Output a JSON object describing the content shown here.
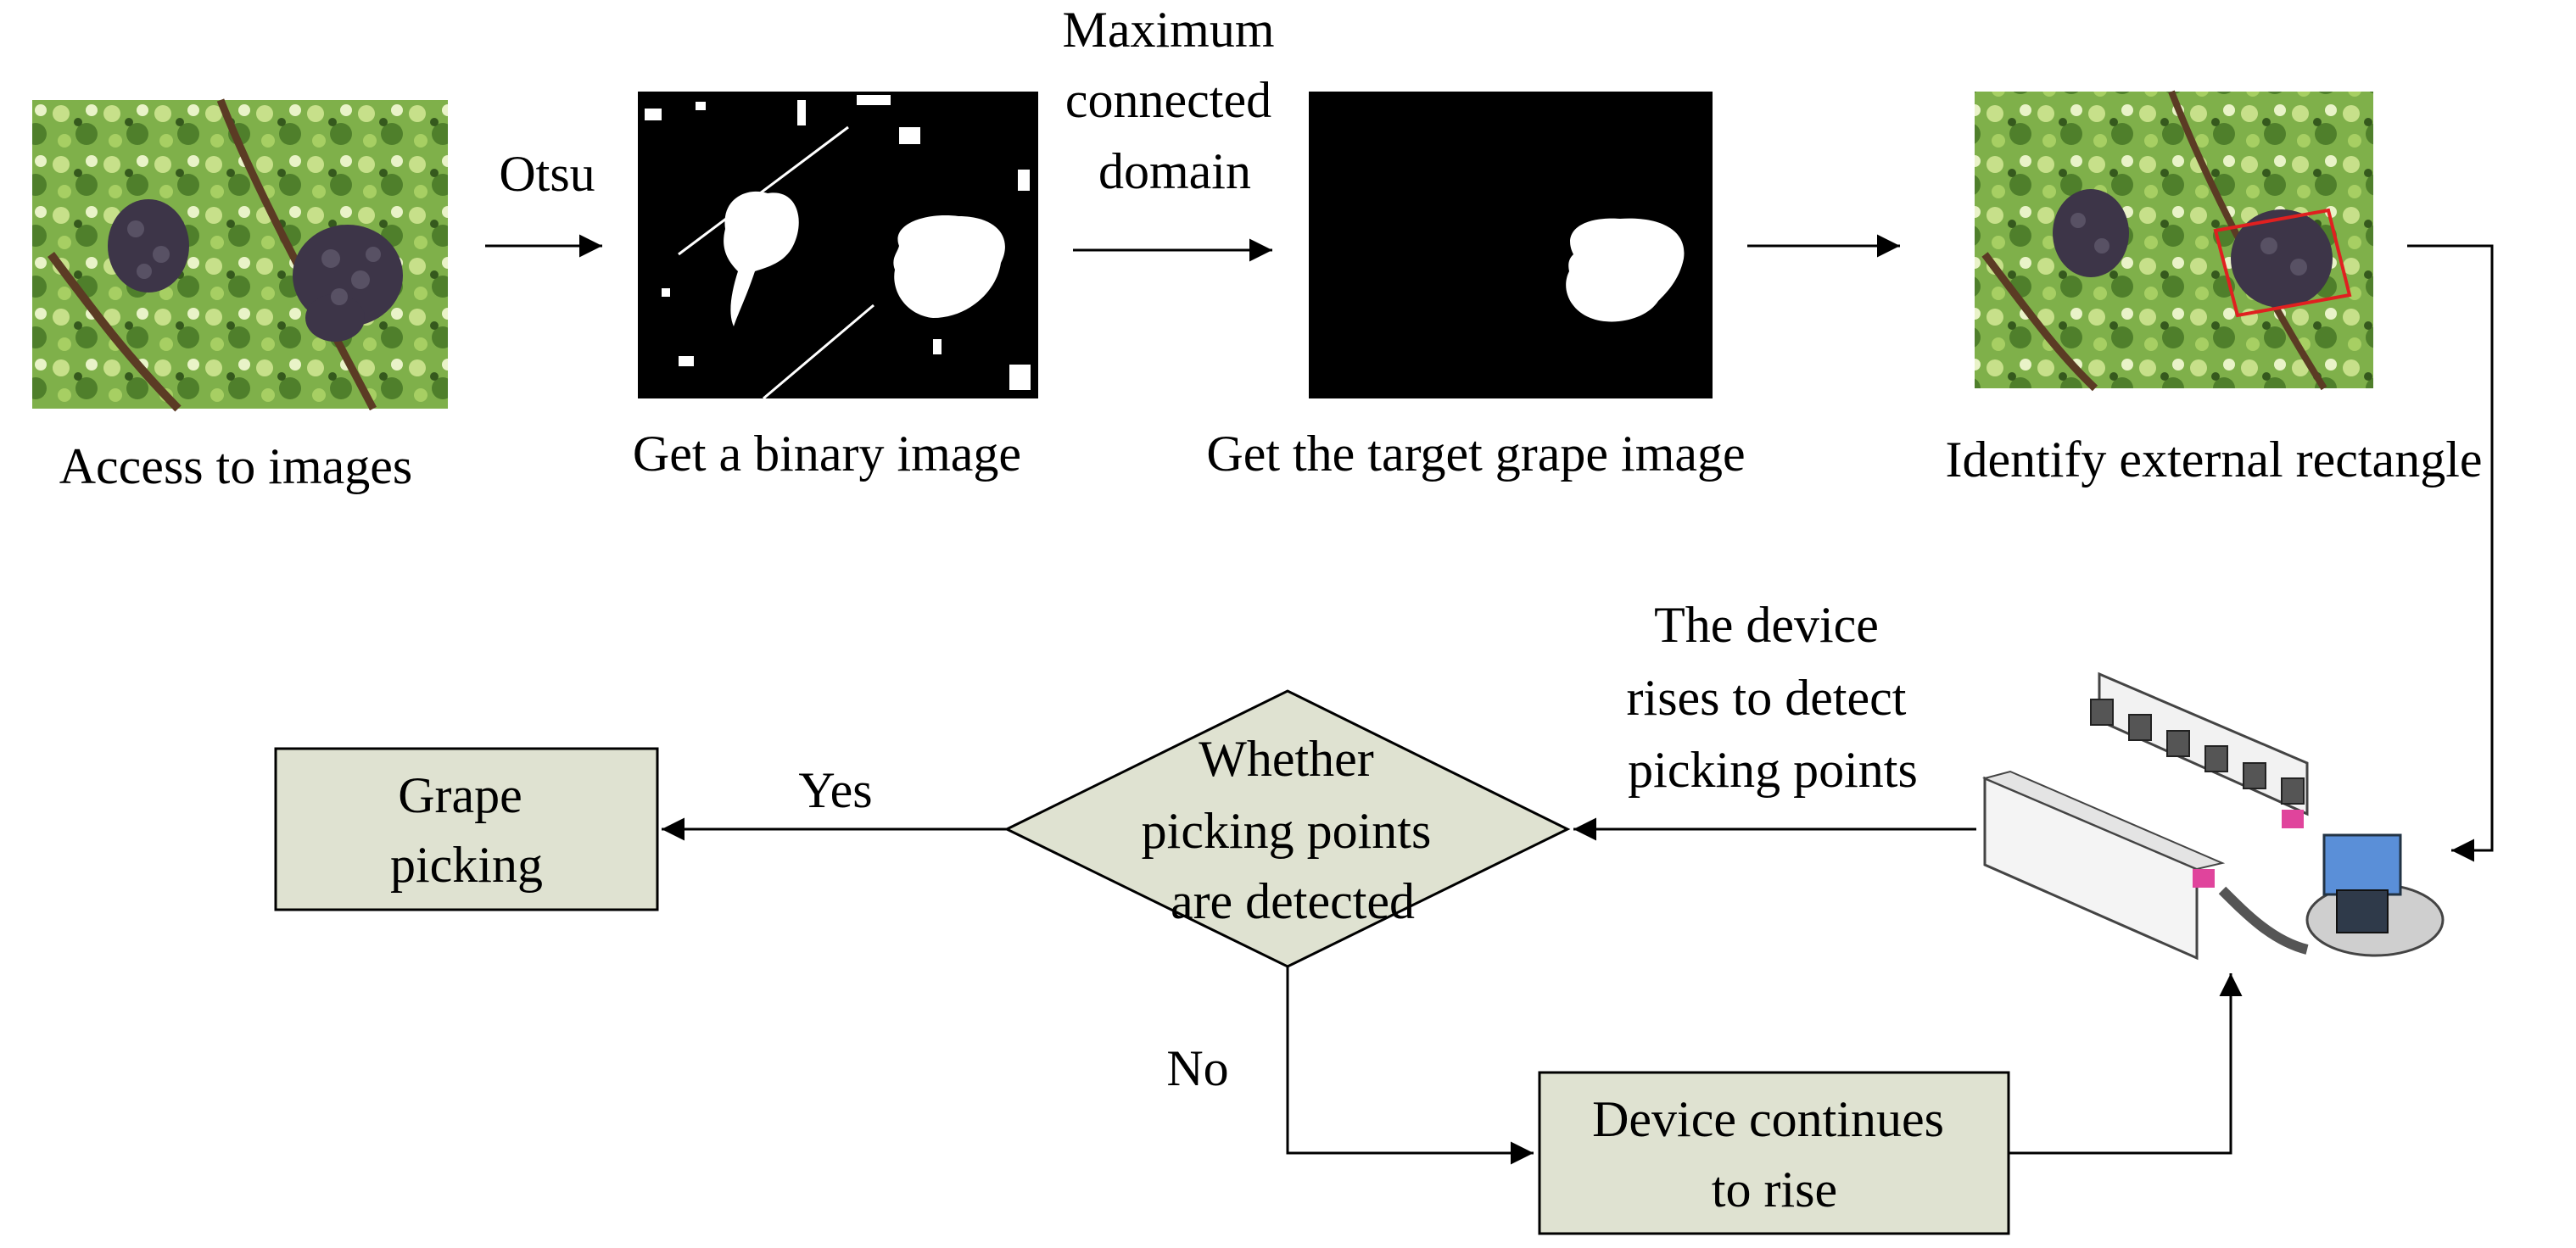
{
  "steps": {
    "access": "Access to images",
    "binary": "Get a binary image",
    "target": "Get the target grape image",
    "identify": "Identify external rectangle"
  },
  "arrows": {
    "otsu": "Otsu",
    "max_connected": [
      "Maximum",
      "connected",
      "domain"
    ],
    "device_rises": [
      "The device",
      "rises to detect",
      "picking points"
    ],
    "yes": "Yes",
    "no": "No"
  },
  "decision": [
    "Whether",
    "picking points",
    "are detected"
  ],
  "boxes": {
    "grape_picking": [
      "Grape",
      "picking"
    ],
    "continue": [
      "Device continues",
      "to rise"
    ]
  },
  "colors": {
    "box_fill": "#dfe2d1",
    "box_stroke": "#000000",
    "leaf_light": "#9bc85a",
    "leaf_dark": "#3f6b22",
    "grape": "#3d3548",
    "rect_red": "#e02020",
    "device_blue": "#5a8fd8",
    "device_pink": "#e0449c"
  },
  "icons": [
    "grape-photo",
    "binary-mask",
    "target-mask",
    "grape-photo-with-box",
    "picking-device"
  ]
}
